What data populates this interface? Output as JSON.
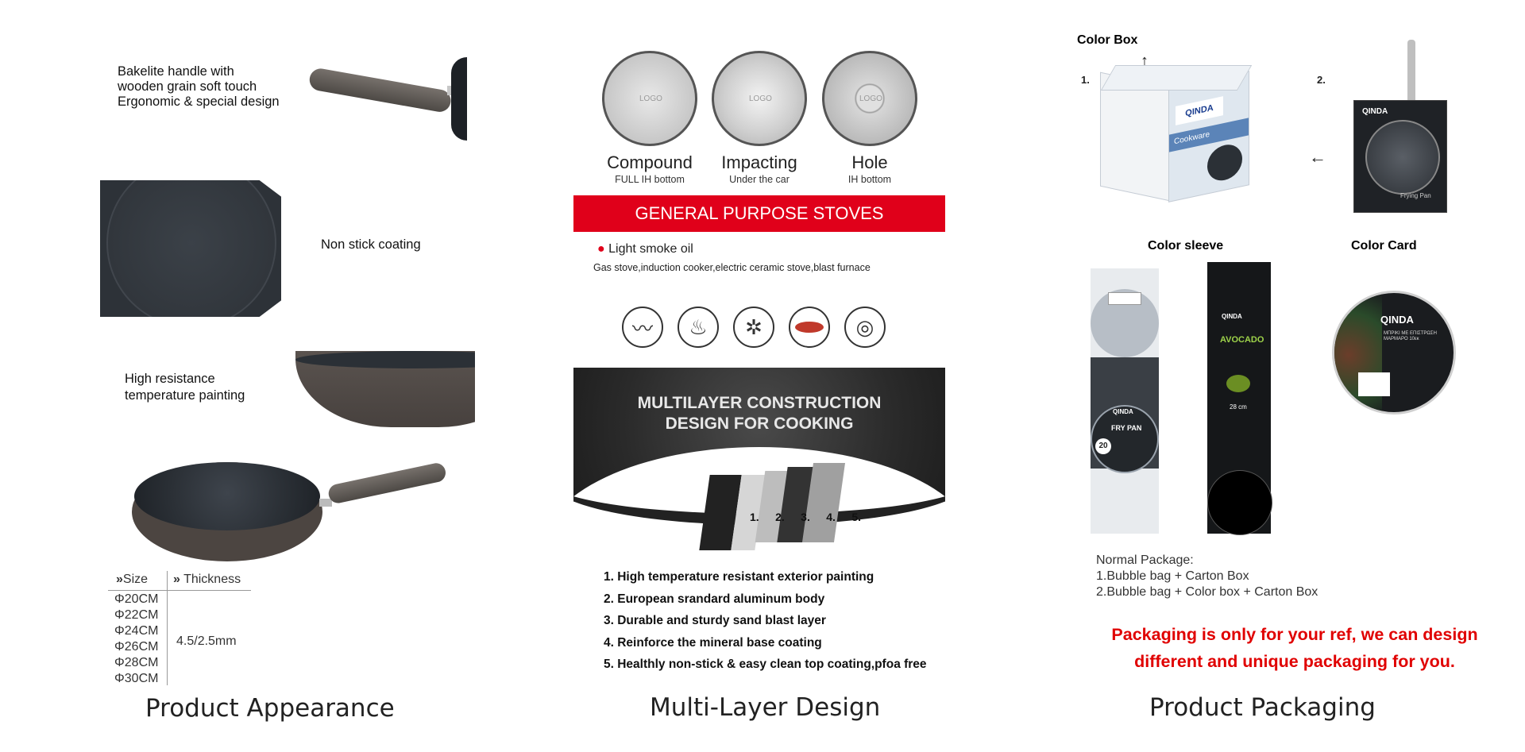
{
  "appearance": {
    "features": [
      {
        "line1": "Bakelite handle with",
        "line2": "wooden grain soft touch",
        "line3": "Ergonomic & special design"
      },
      {
        "line1": "Non stick coating"
      },
      {
        "line1": "High resistance",
        "line2": "temperature painting"
      }
    ],
    "table": {
      "size_header": "Size",
      "thickness_header": "Thickness",
      "sizes": [
        "Φ20CM",
        "Φ22CM",
        "Φ24CM",
        "Φ26CM",
        "Φ28CM",
        "Φ30CM"
      ],
      "thickness": "4.5/2.5mm"
    },
    "caption": "Product Appearance"
  },
  "multilayer": {
    "bottoms": [
      {
        "name": "Compound",
        "sub": "FULL IH bottom",
        "logo": "LOGO"
      },
      {
        "name": "Impacting",
        "sub": "Under the car",
        "logo": "LOGO"
      },
      {
        "name": "Hole",
        "sub": "IH bottom",
        "logo": "LOGO"
      }
    ],
    "banner": "GENERAL PURPOSE STOVES",
    "bullet": "Light smoke oil",
    "stoves_text": "Gas stove,induction cooker,electric ceramic stove,blast furnace",
    "stove_icons": [
      "induction-coil-icon",
      "flame-icon",
      "gas-burner-icon",
      "ceramic-plate-icon",
      "electric-hob-icon"
    ],
    "construction_title_1": "MULTILAYER CONSTRUCTION",
    "construction_title_2": "DESIGN FOR COOKING",
    "layer_numbers": [
      "1.",
      "2.",
      "3.",
      "4.",
      "5."
    ],
    "layers": [
      "1. High temperature resistant exterior painting",
      "2. European srandard aluminum body",
      "3. Durable and sturdy sand blast layer",
      "4. Reinforce the mineral base coating",
      "5. Healthly non-stick & easy clean top coating,pfoa free"
    ],
    "caption": "Multi-Layer Design"
  },
  "packaging": {
    "color_box_label": "Color Box",
    "num1": "1.",
    "num2": "2.",
    "brand": "QINDA",
    "box_side_text": "Cookware",
    "frypan_box_text": "Frying Pan",
    "color_sleeve_label": "Color sleeve",
    "color_card_label": "Color Card",
    "sleeve1_text": "FRY PAN",
    "sleeve1_size": "20",
    "sleeve2_text": "AVOCADO",
    "sleeve2_size": "28 cm",
    "card_text": "ΜΠΡΙΚΙ ΜΕ ΕΠΙΣΤΡΩΣΗ ΜΑΡΜΑΡΟ 10εκ",
    "normal_package_title": "Normal Package:",
    "normal_package_1": "1.Bubble bag + Carton Box",
    "normal_package_2": "2.Bubble bag + Color box + Carton Box",
    "notice_1": "Packaging is only for your ref, we can design",
    "notice_2": "different and unique packaging for you.",
    "caption": "Product Packaging",
    "colors": {
      "notice": "#e00000",
      "banner": "#e0001a"
    }
  }
}
